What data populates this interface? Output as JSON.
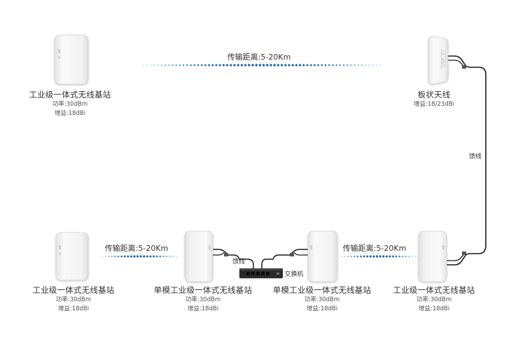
{
  "colors": {
    "dot_dark": "#1d64a8",
    "dot_light": "#8cc0e6",
    "cable": "#1a1a1a",
    "device_body": "#f3f3f3",
    "device_edge": "#d9d9d9",
    "switch_body": "#2b2b2b"
  },
  "devices": [
    {
      "id": "top-left",
      "type": "integrated-base-station",
      "title": "工业级一体式无线基站",
      "power": "功率:30dBm",
      "gain": "增益:18dBi"
    },
    {
      "id": "top-right",
      "type": "panel-antenna",
      "title": "板状天线",
      "gain": "增益:18/23dBi"
    },
    {
      "id": "bottom-1",
      "type": "integrated-base-station",
      "title": "工业级一体式无线基站",
      "power": "功率:30dBm",
      "gain": "增益:18dBi"
    },
    {
      "id": "bottom-2",
      "type": "single-mode-base-station",
      "title": "单模工业级一体式无线基站",
      "power": "功率:30dBm",
      "gain": "增益:18dBi"
    },
    {
      "id": "bottom-3",
      "type": "single-mode-base-station",
      "title": "单模工业级一体式无线基站",
      "power": "功率:30dBm",
      "gain": "增益:18dBi"
    },
    {
      "id": "bottom-4",
      "type": "integrated-base-station",
      "title": "工业级一体式无线基站",
      "power": "功率:30dBm",
      "gain": "增益:18dBi"
    }
  ],
  "links": {
    "top": "传输距离:5-20Km",
    "bottom_left": "传输距离:5-20Km",
    "bottom_right": "传输距离:5-20Km"
  },
  "cables": {
    "feeder_right": "馈线",
    "feeder_middle": "馈线"
  },
  "switch": {
    "label": "交换机"
  }
}
